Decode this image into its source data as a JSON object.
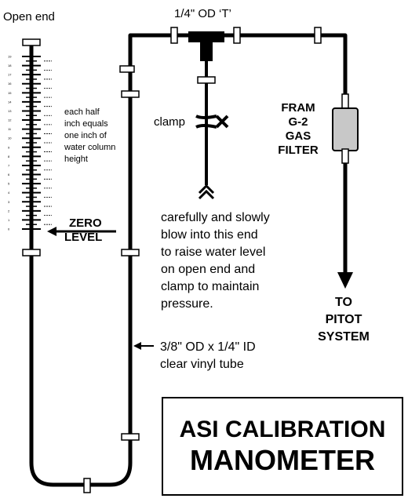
{
  "labels": {
    "open_end": "Open end",
    "tee": "1/4\" OD ‘T’",
    "clamp": "clamp",
    "half_inch_note": [
      "each half",
      "inch equals",
      "one inch of",
      "water column",
      "height"
    ],
    "zero_level": [
      "ZERO",
      "LEVEL"
    ],
    "blow_instructions": [
      "carefully and slowly",
      "blow into this end",
      "to raise water level",
      "on open end and",
      "clamp to maintain",
      "pressure."
    ],
    "filter": [
      "FRAM",
      "G-2",
      "GAS",
      "FILTER"
    ],
    "to_pitot": [
      "TO",
      "PITOT",
      "SYSTEM"
    ],
    "tube_spec": [
      "3/8\" OD x 1/4\" ID",
      "clear vinyl tube"
    ]
  },
  "title": {
    "line1": "ASI CALIBRATION",
    "line2": "MANOMETER"
  },
  "scale": {
    "labels": [
      "19",
      "18",
      "17",
      "16",
      "15",
      "14",
      "13",
      "12",
      "11",
      "10",
      "9",
      "8",
      "7",
      "6",
      "5",
      "4",
      "3",
      "2",
      "1",
      "0"
    ]
  },
  "colors": {
    "tube": "#000000",
    "filter_fill": "#c8c8c8",
    "background": "#ffffff"
  }
}
